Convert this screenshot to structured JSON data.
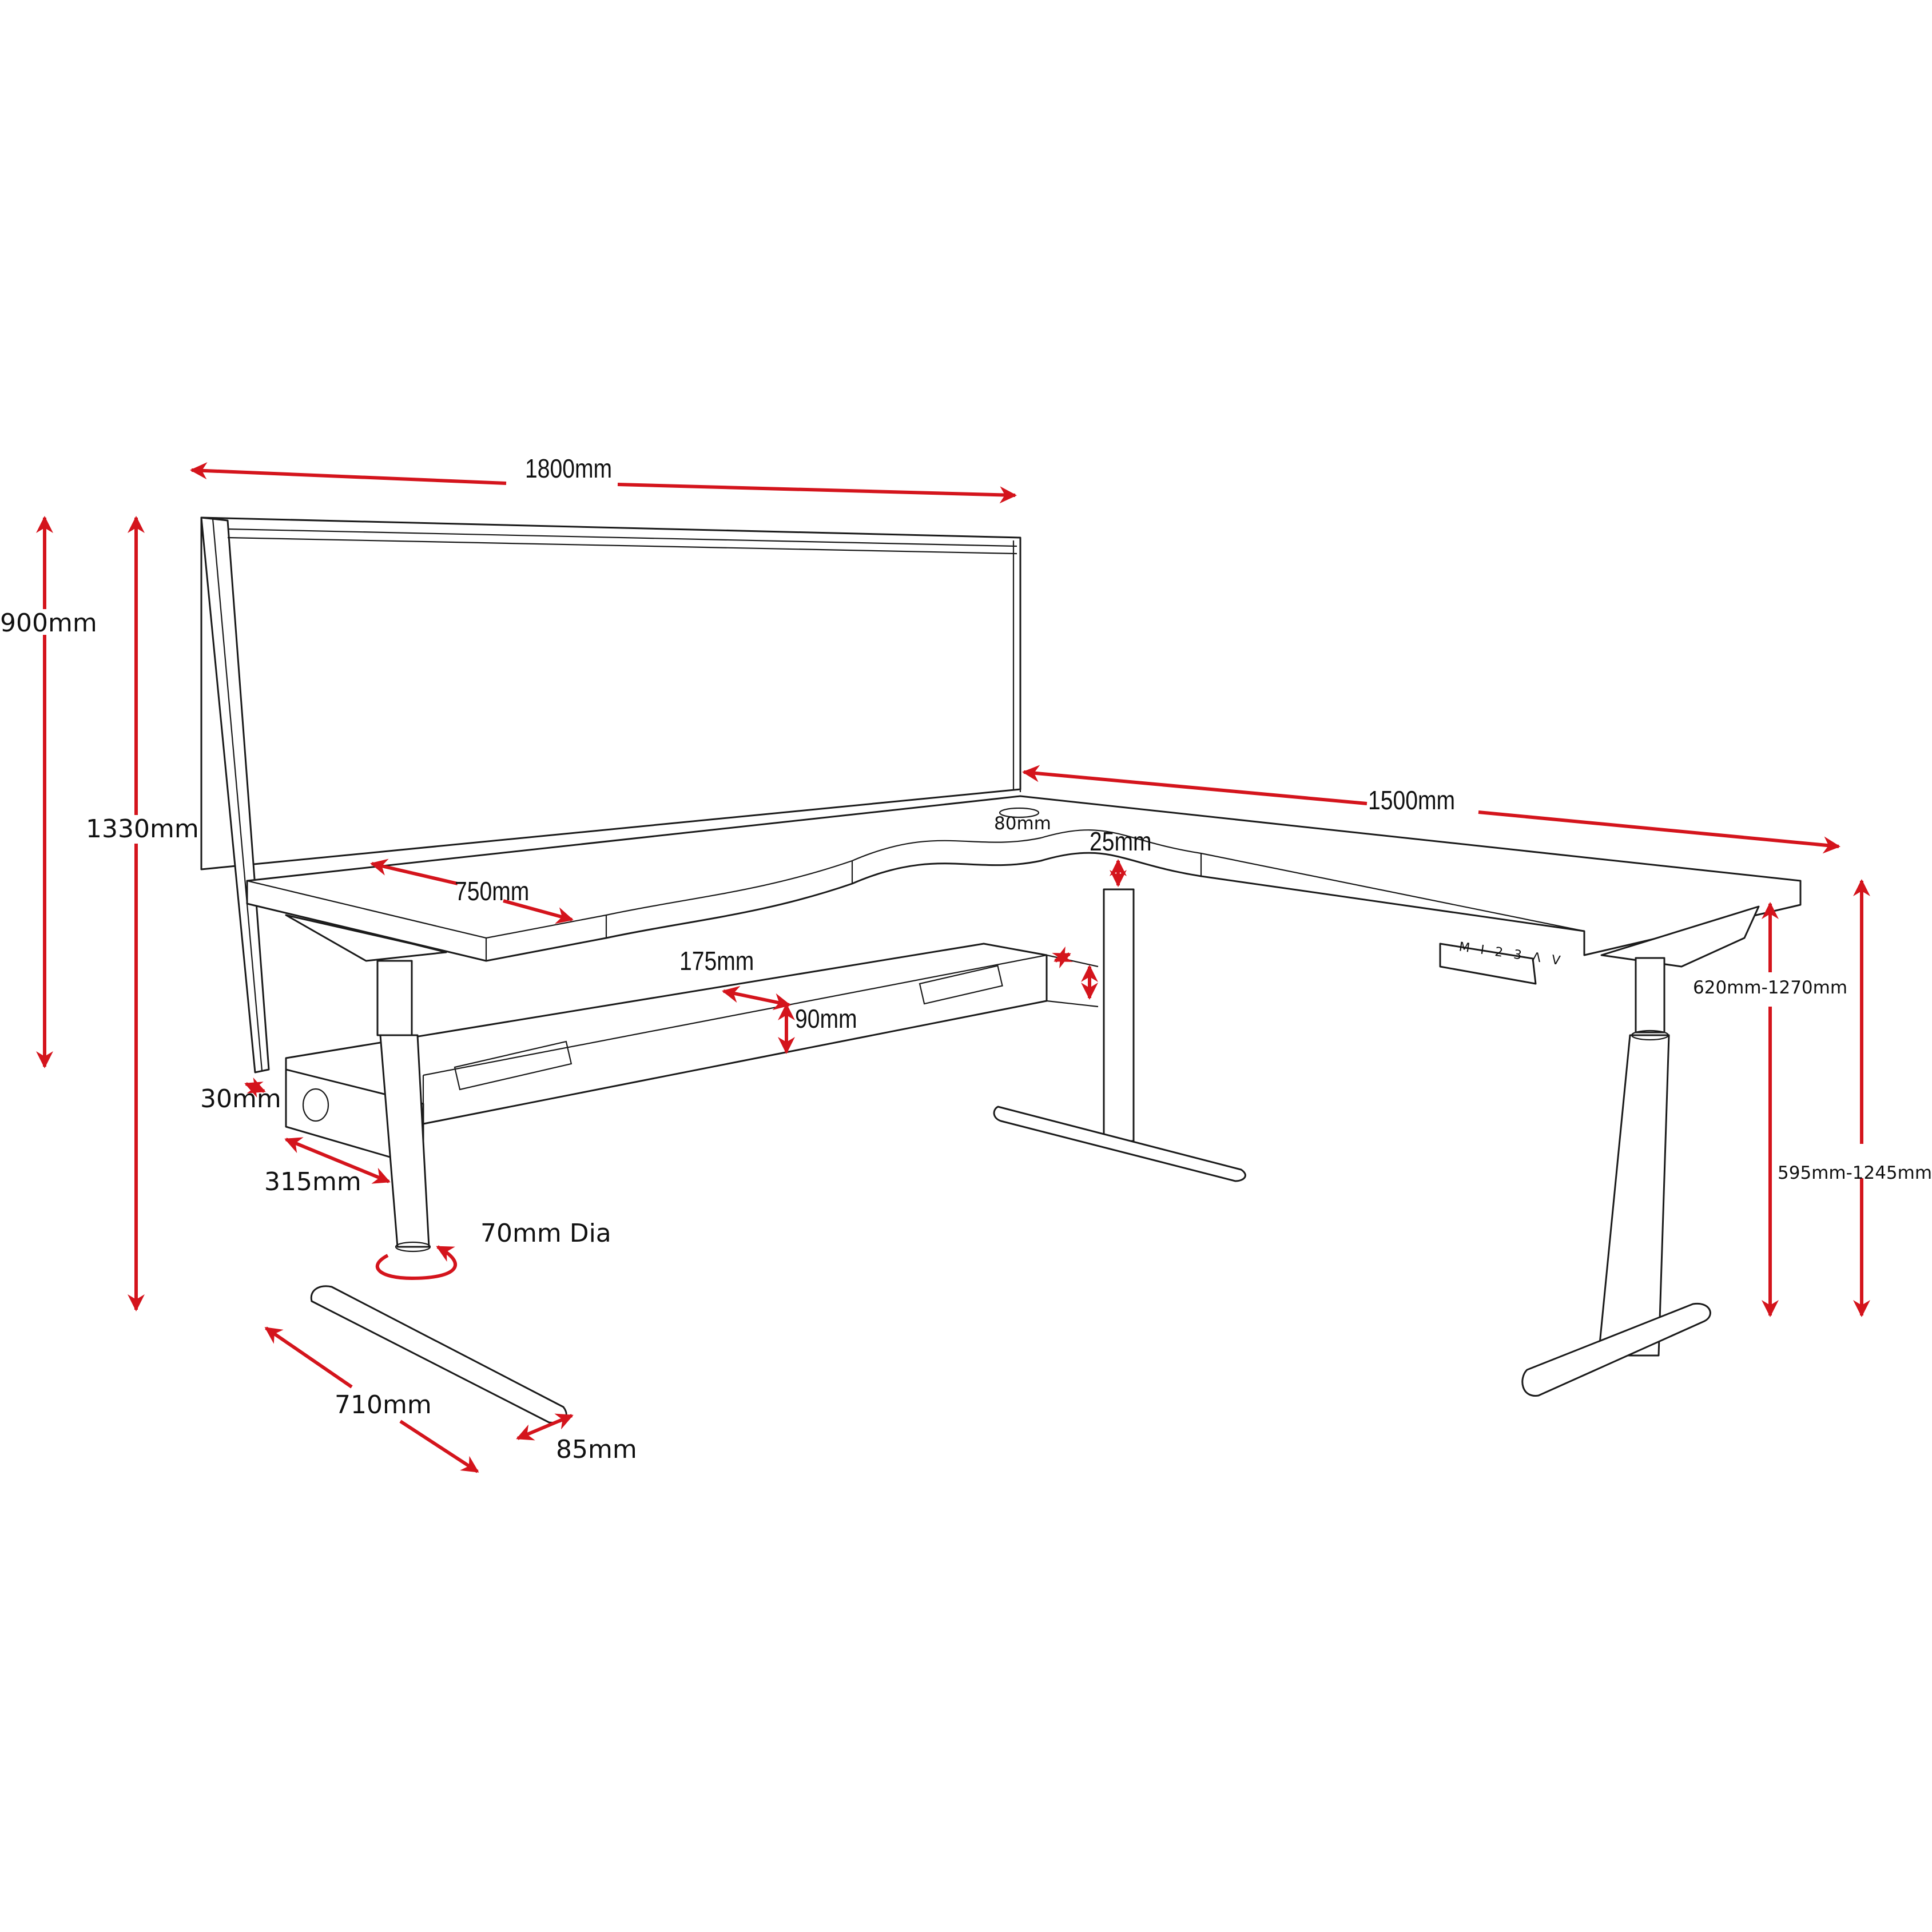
{
  "diagram": {
    "subject": "L-shaped sit-stand desk with privacy screen",
    "colors": {
      "line": "#1a1a1a",
      "dimension_arrow": "#d4141c",
      "background": "#ffffff"
    },
    "dimensions": {
      "screen_width": "1800mm",
      "screen_height": "900mm",
      "overall_height": "1330mm",
      "return_length": "1500mm",
      "grommet_diameter": "80mm",
      "top_thickness": "25mm",
      "desk_depth": "750mm",
      "cable_tray_depth": "175mm",
      "cable_tray_height": "90mm",
      "screen_clearance": "30mm",
      "bracket_depth": "315mm",
      "column_diameter": "70mm Dia",
      "foot_length": "710mm",
      "foot_width": "85mm",
      "height_range_top": "620mm-1270mm",
      "height_range_frame": "595mm-1245mm"
    },
    "controller": {
      "label": "M I 2 3 Λ V"
    }
  }
}
